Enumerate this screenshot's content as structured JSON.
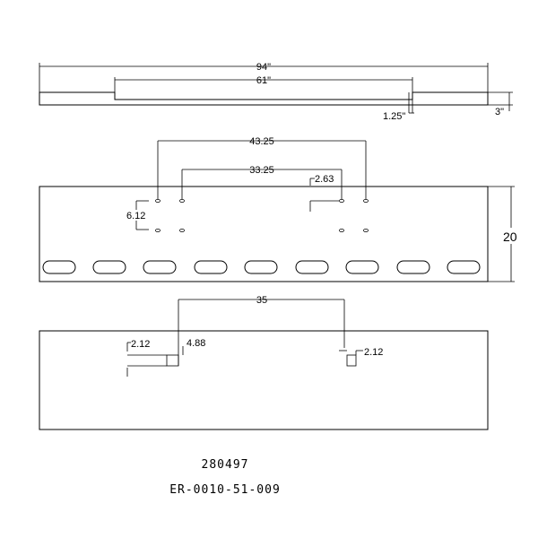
{
  "dimensions": {
    "overall_length": "94\"",
    "inner_length": "61\"",
    "step_offset": "1.25\"",
    "thickness": "3\"",
    "hole_span_outer": "43.25",
    "hole_span_inner": "33.25",
    "hole_offset": "2.63",
    "hole_vertical": "6.12",
    "height": "20",
    "bottom_span": "35",
    "bottom_left_offset": "2.12",
    "bottom_left_height": "4.88",
    "bottom_right_offset": "2.12"
  },
  "part_number": "280497",
  "drawing_number": "ER-0010-51-009"
}
